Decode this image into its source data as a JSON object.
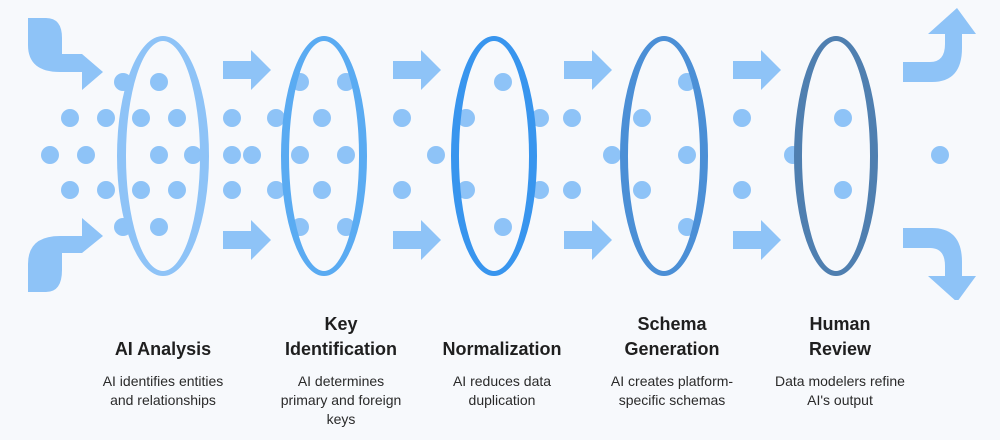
{
  "colors": {
    "background": "#f7f9fc",
    "dot": "#8ec3f7",
    "arrow": "#8ec3f7",
    "ring_1": "#8ec3f7",
    "ring_2": "#5aabf2",
    "ring_3": "#3895ee",
    "ring_4": "#4b8fd6",
    "ring_5": "#4f7fb0",
    "title": "#1f1f1f",
    "description": "#2a2a2a"
  },
  "icons": {
    "ring": "ellipse-ring-icon",
    "dot": "data-dot-icon",
    "arrow": "right-arrow-icon",
    "curved_in": "curved-arrow-in-icon",
    "curved_out": "curved-arrow-out-icon"
  },
  "stages": [
    {
      "title": "AI Analysis",
      "description": "AI identifies entities\nand relationships"
    },
    {
      "title": "Key\nIdentification",
      "description": "AI determines\nprimary and foreign\nkeys"
    },
    {
      "title": "Normalization",
      "description": "AI reduces data\nduplication"
    },
    {
      "title": "Schema\nGeneration",
      "description": "AI creates platform-\nspecific schemas"
    },
    {
      "title": "Human\nReview",
      "description": "Data modelers refine\nAI's output"
    }
  ]
}
